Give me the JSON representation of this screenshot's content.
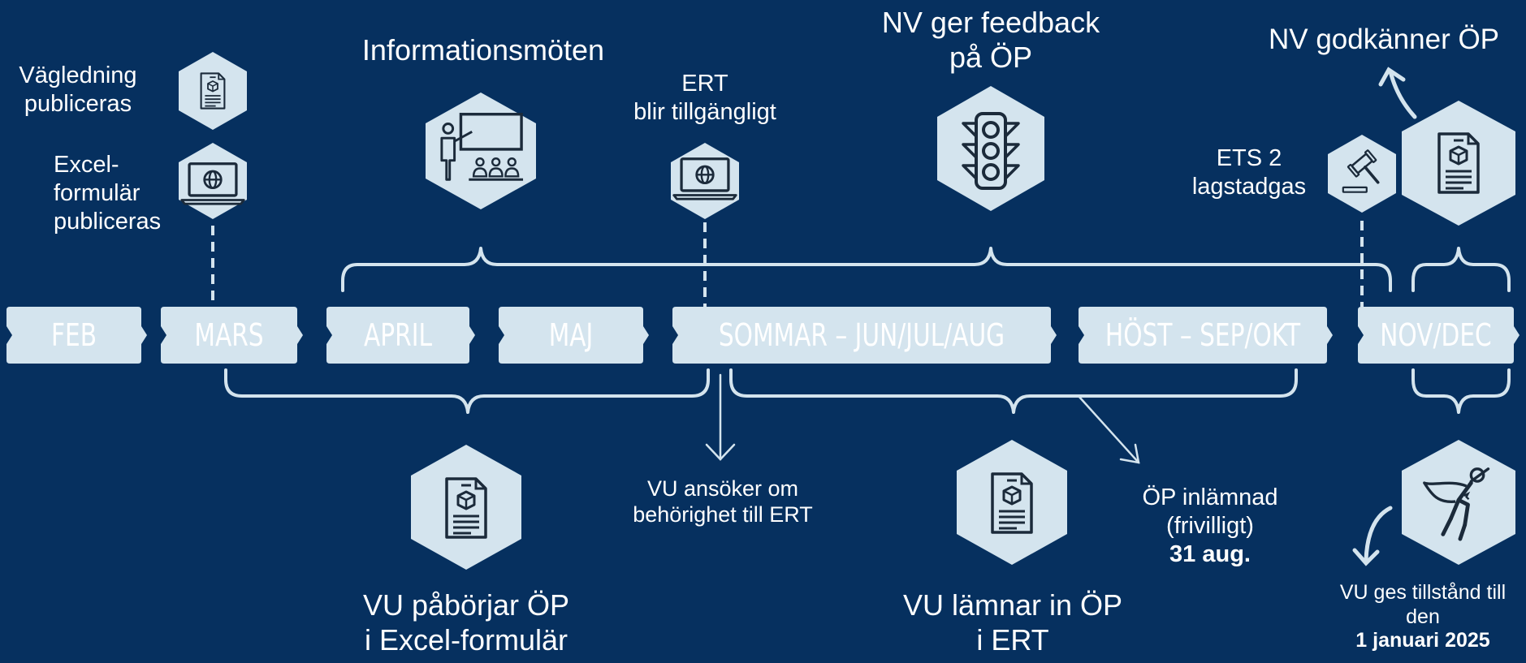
{
  "colors": {
    "background": "#06305F",
    "shape_fill": "#D4E4EE",
    "line": "#D4E4EE",
    "icon": "#1B2A3A",
    "text": "#FFFFFF"
  },
  "months": [
    "FEB",
    "MARS",
    "APRIL",
    "MAJ",
    "SOMMAR – JUN/JUL/AUG",
    "HÖST – SEP/OKT",
    "NOV/DEC"
  ],
  "top_events": {
    "vagledning": {
      "line1": "Vägledning",
      "line2": "publiceras",
      "icon": "document-icon"
    },
    "excel": {
      "line1": "Excel-",
      "line2": "formulär",
      "line3": "publiceras",
      "icon": "laptop-globe-icon"
    },
    "informationsmoten": {
      "line1": "Informationsmöten",
      "icon": "presentation-icon"
    },
    "ert": {
      "line1": "ERT",
      "line2": "blir tillgängligt",
      "icon": "laptop-globe-icon"
    },
    "feedback": {
      "line1": "NV ger feedback",
      "line2": "på ÖP",
      "icon": "traffic-light-icon"
    },
    "ets2": {
      "line1": "ETS 2",
      "line2": "lagstadgas",
      "icon": "gavel-icon"
    },
    "godkanner": {
      "line1": "NV godkänner ÖP",
      "icon": "document-icon"
    }
  },
  "bottom_events": {
    "paborjar": {
      "line1": "VU påbörjar ÖP",
      "line2": "i Excel-formulär",
      "icon": "document-icon"
    },
    "ansoker": {
      "line1": "VU ansöker om",
      "line2": "behörighet till ERT"
    },
    "lamnar": {
      "line1": "VU lämnar in ÖP",
      "line2": "i ERT",
      "icon": "document-icon"
    },
    "inlamnad": {
      "line1": "ÖP inlämnad",
      "line2": "(frivilligt)",
      "line3": "31 aug."
    },
    "tillstand": {
      "line1": "VU ges tillstånd till",
      "line2": "den",
      "line3": "1 januari 2025",
      "icon": "superhero-icon"
    }
  }
}
